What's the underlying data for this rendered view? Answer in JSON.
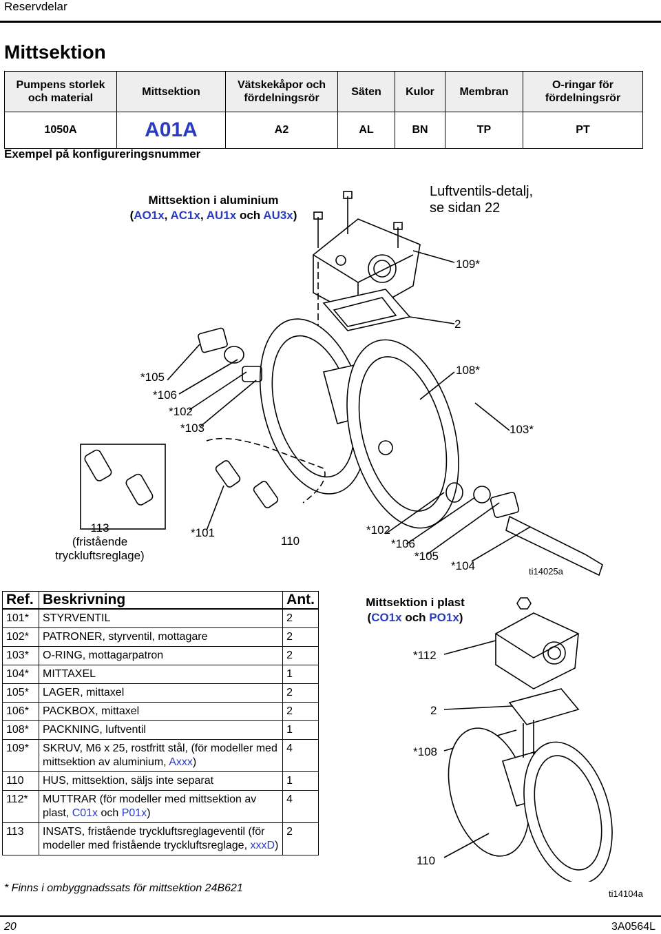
{
  "header": {
    "section": "Reservdelar"
  },
  "title": "Mittsektion",
  "config_table": {
    "headers": [
      "Pumpens storlek och material",
      "Mittsektion",
      "Vätskekåpor och fördelningsrör",
      "Säten",
      "Kulor",
      "Membran",
      "O-ringar för fördelningsrör"
    ],
    "values": [
      "1050A",
      "A01A",
      "A2",
      "AL",
      "BN",
      "TP",
      "PT"
    ]
  },
  "example_label": "Exempel på konfigureringsnummer",
  "diagram_top": {
    "heading_line1": "Mittsektion i aluminium",
    "heading_line2_open": "(",
    "heading_codes": [
      "AO1x",
      "AC1x",
      "AU1x",
      "AU3x"
    ],
    "heading_sep": ", ",
    "heading_och": " och ",
    "heading_close": ")",
    "air_valve_note_line1": "Luftventils-detalj,",
    "air_valve_note_line2": "se sidan 22",
    "callouts": {
      "c109": "109*",
      "c2": "2",
      "c105": "*105",
      "c108": "108*",
      "c106": "*106",
      "c102": "*102",
      "c103l": "*103",
      "c103r": "103*",
      "c113": "113",
      "c113a": "(fristående",
      "c113b": "tryckluftsreglage)",
      "c101": "*101",
      "c110": "110",
      "c102b": "*102",
      "c106b": "*106",
      "c105b": "*105",
      "c104": "*104"
    },
    "figure_id": "ti14025a"
  },
  "parts_table": {
    "headers": {
      "ref": "Ref.",
      "desc": "Beskrivning",
      "qty": "Ant."
    },
    "rows": [
      {
        "ref": "101*",
        "desc": "STYRVENTIL",
        "qty": "2"
      },
      {
        "ref": "102*",
        "desc": "PATRONER, styrventil, mottagare",
        "qty": "2"
      },
      {
        "ref": "103*",
        "desc": "O-RING, mottagarpatron",
        "qty": "2"
      },
      {
        "ref": "104*",
        "desc": "MITTAXEL",
        "qty": "1"
      },
      {
        "ref": "105*",
        "desc": "LAGER, mittaxel",
        "qty": "2"
      },
      {
        "ref": "106*",
        "desc": "PACKBOX, mittaxel",
        "qty": "2"
      },
      {
        "ref": "108*",
        "desc": "PACKNING, luftventil",
        "qty": "1"
      },
      {
        "ref": "109*",
        "desc_pre": "SKRUV, M6 x 25, rostfritt stål, (för modeller med mittsektion av aluminium, ",
        "desc_code": "Axxx",
        "desc_post": ")",
        "qty": "4"
      },
      {
        "ref": "110",
        "desc": "HUS, mittsektion, säljs inte separat",
        "qty": "1"
      },
      {
        "ref": "112*",
        "desc_pre": "MUTTRAR (för modeller med mittsektion av plast, ",
        "desc_code": "C01x",
        "desc_mid": " och ",
        "desc_code2": "P01x",
        "desc_post": ")",
        "qty": "4"
      },
      {
        "ref": "113",
        "desc_pre": "INSATS, fristående tryckluftsreglageventil (för modeller med fristående tryckluftsreglage, ",
        "desc_code": "xxxD",
        "desc_post": ")",
        "qty": "2"
      }
    ]
  },
  "diagram_plastic": {
    "heading_line1": "Mittsektion i plast",
    "heading_open": "(",
    "heading_code1": "CO1x",
    "heading_och": " och ",
    "heading_code2": "PO1x",
    "heading_close": ")",
    "callouts": {
      "c112": "*112",
      "c2": "2",
      "c108": "*108",
      "c110": "110"
    },
    "figure_id": "ti14104a"
  },
  "footnote": "* Finns i ombyggnadssats för mittsektion 24B621",
  "footer": {
    "page": "20",
    "doc": "3A0564L"
  },
  "colors": {
    "link": "#2a3bbf",
    "header_fill": "#eeeeee"
  }
}
